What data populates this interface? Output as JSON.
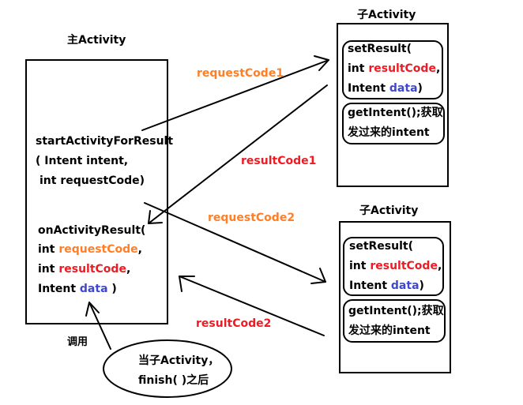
{
  "main_activity": {
    "title": "主Activity",
    "start_call": {
      "line1": "startActivityForResult",
      "line2": "( Intent intent,",
      "line3": "int  requestCode)"
    },
    "on_result": {
      "line1": "onActivityResult(",
      "p1_prefix": "int ",
      "p1_name": "requestCode",
      "p1_suffix": ",",
      "p2_prefix": "int ",
      "p2_name": "resultCode",
      "p2_suffix": ",",
      "p3_prefix": "Intent  ",
      "p3_name": "data",
      "p3_suffix": " )"
    }
  },
  "child_activity_1": {
    "title": "子Activity",
    "set_result": {
      "line1": "setResult(",
      "l2_prefix": "int ",
      "l2_name": "resultCode",
      "l2_suffix": ",",
      "l3_prefix": "Intent ",
      "l3_name": "data",
      "l3_suffix": ")"
    },
    "get_intent": {
      "line1": "getIntent();获取",
      "line2": "发过来的intent"
    }
  },
  "child_activity_2": {
    "title": "子Activity",
    "set_result": {
      "line1": "setResult(",
      "l2_prefix": "int ",
      "l2_name": "resultCode",
      "l2_suffix": ",",
      "l3_prefix": "Intent ",
      "l3_name": "data",
      "l3_suffix": ")"
    },
    "get_intent": {
      "line1": "getIntent();获取",
      "line2": "发过来的intent"
    }
  },
  "edge_labels": {
    "request_code_1": "requestCode1",
    "result_code_1": "resultCode1",
    "request_code_2": "requestCode2",
    "result_code_2": "resultCode2",
    "invoke": "调用"
  },
  "note": {
    "line1": "当子Activity，",
    "line2": "finish( )之后"
  },
  "colors": {
    "request_code": "#ff7f27",
    "result_code": "#ed1c24",
    "data": "#3f48cc"
  }
}
